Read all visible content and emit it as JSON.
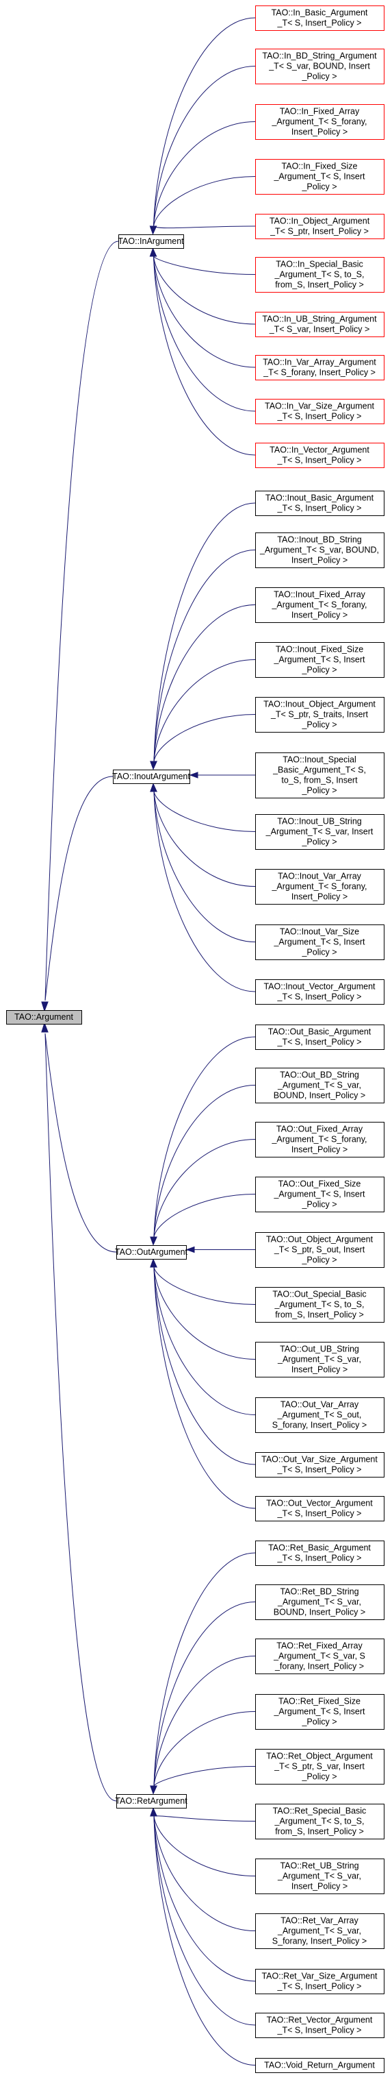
{
  "root": {
    "id": "arg",
    "lines": [
      "TAO::Argument"
    ]
  },
  "groups": [
    {
      "id": "in",
      "lines": [
        "TAO::InArgument"
      ],
      "children": [
        {
          "lines": [
            "TAO::In_Basic_Argument",
            "_T< S, Insert_Policy >"
          ],
          "border": "red"
        },
        {
          "lines": [
            "TAO::In_BD_String_Argument",
            "_T< S_var, BOUND, Insert",
            "_Policy >"
          ],
          "border": "red"
        },
        {
          "lines": [
            "TAO::In_Fixed_Array",
            "_Argument_T< S_forany,",
            "Insert_Policy >"
          ],
          "border": "red"
        },
        {
          "lines": [
            "TAO::In_Fixed_Size",
            "_Argument_T< S, Insert",
            "_Policy >"
          ],
          "border": "red"
        },
        {
          "lines": [
            "TAO::In_Object_Argument",
            "_T< S_ptr, Insert_Policy >"
          ],
          "border": "red"
        },
        {
          "lines": [
            "TAO::In_Special_Basic",
            "_Argument_T< S, to_S,",
            "from_S, Insert_Policy >"
          ],
          "border": "red"
        },
        {
          "lines": [
            "TAO::In_UB_String_Argument",
            "_T< S_var, Insert_Policy >"
          ],
          "border": "red"
        },
        {
          "lines": [
            "TAO::In_Var_Array_Argument",
            "_T< S_forany, Insert_Policy >"
          ],
          "border": "red"
        },
        {
          "lines": [
            "TAO::In_Var_Size_Argument",
            "_T< S, Insert_Policy >"
          ],
          "border": "red"
        },
        {
          "lines": [
            "TAO::In_Vector_Argument",
            "_T< S, Insert_Policy >"
          ],
          "border": "red"
        }
      ]
    },
    {
      "id": "inout",
      "lines": [
        "TAO::InoutArgument"
      ],
      "children": [
        {
          "lines": [
            "TAO::Inout_Basic_Argument",
            "_T< S, Insert_Policy >"
          ],
          "border": "black"
        },
        {
          "lines": [
            "TAO::Inout_BD_String",
            "_Argument_T< S_var, BOUND,",
            "Insert_Policy >"
          ],
          "border": "black"
        },
        {
          "lines": [
            "TAO::Inout_Fixed_Array",
            "_Argument_T< S_forany,",
            "Insert_Policy >"
          ],
          "border": "black"
        },
        {
          "lines": [
            "TAO::Inout_Fixed_Size",
            "_Argument_T< S, Insert",
            "_Policy >"
          ],
          "border": "black"
        },
        {
          "lines": [
            "TAO::Inout_Object_Argument",
            "_T< S_ptr, S_traits, Insert",
            "_Policy >"
          ],
          "border": "black"
        },
        {
          "lines": [
            "TAO::Inout_Special",
            "_Basic_Argument_T< S,",
            "to_S, from_S, Insert",
            "_Policy >"
          ],
          "border": "black"
        },
        {
          "lines": [
            "TAO::Inout_UB_String",
            "_Argument_T< S_var, Insert",
            "_Policy >"
          ],
          "border": "black"
        },
        {
          "lines": [
            "TAO::Inout_Var_Array",
            "_Argument_T< S_forany,",
            "Insert_Policy >"
          ],
          "border": "black"
        },
        {
          "lines": [
            "TAO::Inout_Var_Size",
            "_Argument_T< S, Insert",
            "_Policy >"
          ],
          "border": "black"
        },
        {
          "lines": [
            "TAO::Inout_Vector_Argument",
            "_T< S, Insert_Policy >"
          ],
          "border": "black"
        }
      ]
    },
    {
      "id": "out",
      "lines": [
        "TAO::OutArgument"
      ],
      "children": [
        {
          "lines": [
            "TAO::Out_Basic_Argument",
            "_T< S, Insert_Policy >"
          ],
          "border": "black"
        },
        {
          "lines": [
            "TAO::Out_BD_String",
            "_Argument_T< S_var,",
            "BOUND, Insert_Policy >"
          ],
          "border": "black"
        },
        {
          "lines": [
            "TAO::Out_Fixed_Array",
            "_Argument_T< S_forany,",
            "Insert_Policy >"
          ],
          "border": "black"
        },
        {
          "lines": [
            "TAO::Out_Fixed_Size",
            "_Argument_T< S, Insert",
            "_Policy >"
          ],
          "border": "black"
        },
        {
          "lines": [
            "TAO::Out_Object_Argument",
            "_T< S_ptr, S_out, Insert",
            "_Policy >"
          ],
          "border": "black"
        },
        {
          "lines": [
            "TAO::Out_Special_Basic",
            "_Argument_T< S, to_S,",
            "from_S, Insert_Policy >"
          ],
          "border": "black"
        },
        {
          "lines": [
            "TAO::Out_UB_String",
            "_Argument_T< S_var,",
            "Insert_Policy >"
          ],
          "border": "black"
        },
        {
          "lines": [
            "TAO::Out_Var_Array",
            "_Argument_T< S_out,",
            "S_forany, Insert_Policy >"
          ],
          "border": "black"
        },
        {
          "lines": [
            "TAO::Out_Var_Size_Argument",
            "_T< S, Insert_Policy >"
          ],
          "border": "black"
        },
        {
          "lines": [
            "TAO::Out_Vector_Argument",
            "_T< S, Insert_Policy >"
          ],
          "border": "black"
        }
      ]
    },
    {
      "id": "ret",
      "lines": [
        "TAO::RetArgument"
      ],
      "children": [
        {
          "lines": [
            "TAO::Ret_Basic_Argument",
            "_T< S, Insert_Policy >"
          ],
          "border": "black"
        },
        {
          "lines": [
            "TAO::Ret_BD_String",
            "_Argument_T< S_var,",
            "BOUND, Insert_Policy >"
          ],
          "border": "black"
        },
        {
          "lines": [
            "TAO::Ret_Fixed_Array",
            "_Argument_T< S_var, S",
            "_forany, Insert_Policy >"
          ],
          "border": "black"
        },
        {
          "lines": [
            "TAO::Ret_Fixed_Size",
            "_Argument_T< S, Insert",
            "_Policy >"
          ],
          "border": "black"
        },
        {
          "lines": [
            "TAO::Ret_Object_Argument",
            "_T< S_ptr, S_var, Insert",
            "_Policy >"
          ],
          "border": "black"
        },
        {
          "lines": [
            "TAO::Ret_Special_Basic",
            "_Argument_T< S, to_S,",
            "from_S, Insert_Policy >"
          ],
          "border": "black"
        },
        {
          "lines": [
            "TAO::Ret_UB_String",
            "_Argument_T< S_var,",
            "Insert_Policy >"
          ],
          "border": "black"
        },
        {
          "lines": [
            "TAO::Ret_Var_Array",
            "_Argument_T< S_var,",
            "S_forany, Insert_Policy >"
          ],
          "border": "black"
        },
        {
          "lines": [
            "TAO::Ret_Var_Size_Argument",
            "_T< S, Insert_Policy >"
          ],
          "border": "black"
        },
        {
          "lines": [
            "TAO::Ret_Vector_Argument",
            "_T< S, Insert_Policy >"
          ],
          "border": "black"
        },
        {
          "lines": [
            "TAO::Void_Return_Argument"
          ],
          "border": "black"
        }
      ]
    }
  ],
  "colors": {
    "edge": "#191970",
    "root_fill": "#bfbfbf",
    "highlight_border": "#ff0000",
    "border": "#000000"
  }
}
